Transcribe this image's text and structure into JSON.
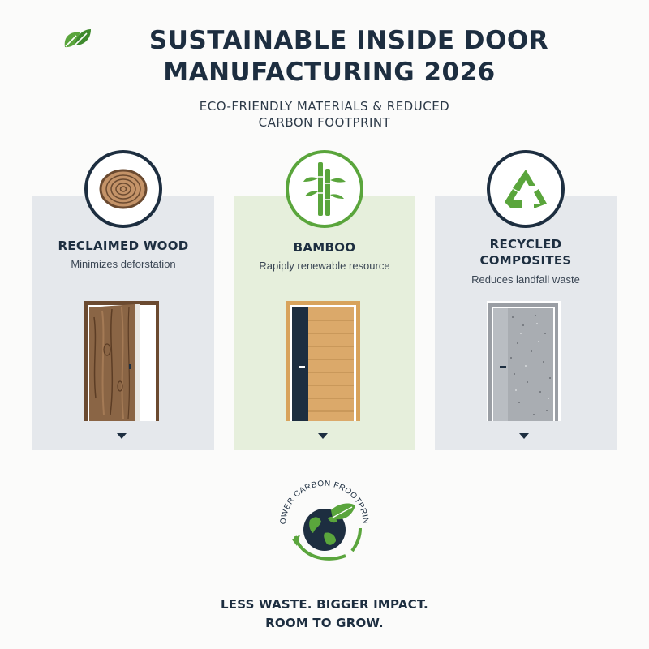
{
  "header": {
    "title_line1": "SUSTAINABLE INSIDE DOOR",
    "title_line2": "MANUFACTURING 2026",
    "subtitle_line1": "ECO-FRIENDLY MATERIALS & REDUCED",
    "subtitle_line2": "CARBON FOOTPRINT",
    "logo_icon": "leaf-icon"
  },
  "cards": [
    {
      "title": "RECLAIMED WOOD",
      "description": "Minimizes deforstation",
      "icon": "wood-log-icon",
      "door": "wooden-door"
    },
    {
      "title": "BAMBOO",
      "description": "Rapiply renewable resource",
      "icon": "bamboo-icon",
      "door": "bamboo-door"
    },
    {
      "title": "RECYCLED COMPOSITES",
      "description": "Reduces landfall waste",
      "icon": "recycle-icon",
      "door": "composite-door"
    }
  ],
  "emblem": {
    "arc_text": "LOWER CARBON FROOTPRINT",
    "icon": "globe-leaf-icon"
  },
  "footer": {
    "tagline_line1": "LESS WASTE. BIGGER IMPACT.",
    "tagline_line2": "ROOM TO GROW."
  },
  "colors": {
    "navy": "#1d2e40",
    "green": "#5aa53c",
    "card_gray": "#e5e8ec",
    "card_green": "#e6efdc"
  }
}
